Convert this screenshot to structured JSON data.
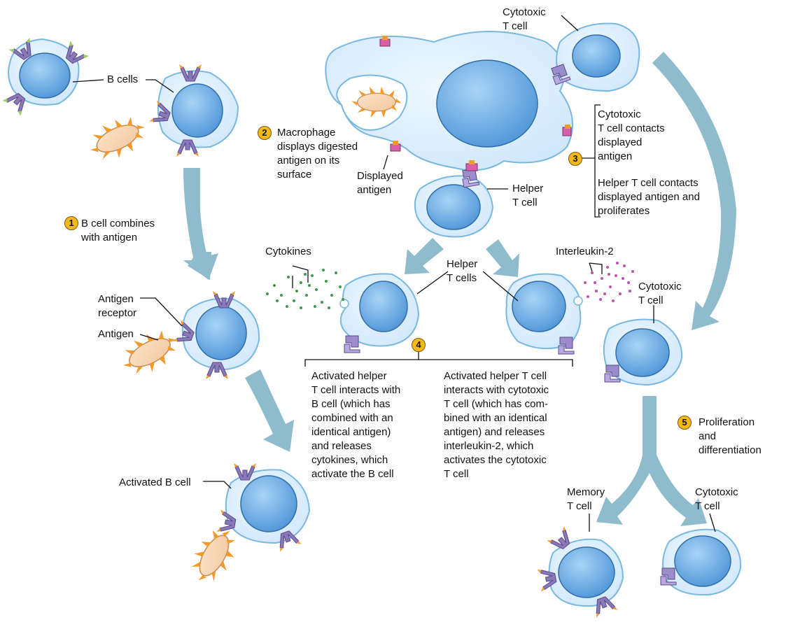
{
  "labels": {
    "b_cells": "B cells",
    "cytotoxic_t_cell_top": "Cytotoxic\nT cell",
    "step2": "Macrophage\ndisplays digested\nantigen on its\nsurface",
    "displayed_antigen": "Displayed\nantigen",
    "helper_t_cell": "Helper\nT cell",
    "step3_a": "Cytotoxic\nT cell contacts\ndisplayed\nantigen",
    "step3_b": "Helper T cell contacts\ndisplayed antigen and\nproliferates",
    "step1": "B cell combines\nwith antigen",
    "cytokines": "Cytokines",
    "helper_t_cells": "Helper\nT cells",
    "interleukin2": "Interleukin-2",
    "cytotoxic_t_cell_mid": "Cytotoxic\nT cell",
    "antigen_receptor": "Antigen\nreceptor",
    "antigen": "Antigen",
    "step4_left": "Activated helper\nT cell interacts with\nB cell (which has\ncombined with an\nidentical  antigen)\nand releases\ncytokines, which\nactivate the B cell",
    "step4_right": "Activated helper  T cell\ninteracts with cytotoxic\nT cell (which has com-\nbined with an identical\nantigen) and releases\ninterleukin-2, which\nactivates the cytotoxic\nT cell",
    "step5": "Proliferation\nand\ndifferentiation",
    "activated_b_cell": "Activated B cell",
    "memory_t_cell": "Memory\nT cell",
    "cytotoxic_t_cell_bottom": "Cytotoxic\nT cell"
  },
  "steps": [
    "1",
    "2",
    "3",
    "4",
    "5"
  ],
  "colors": {
    "cell_fill": "#dcefff",
    "cell_stroke": "#7ab8e0",
    "nucleus_fill": "#6aaee6",
    "nucleus_stroke": "#2f6ea8",
    "arrow": "#8fbccc",
    "receptor": "#8a78b8",
    "antigen_tip": "#f39a2a",
    "badge": "#f3b81a",
    "cytokine_dot": "#3a9a48",
    "interleukin_dot": "#c055b0"
  }
}
